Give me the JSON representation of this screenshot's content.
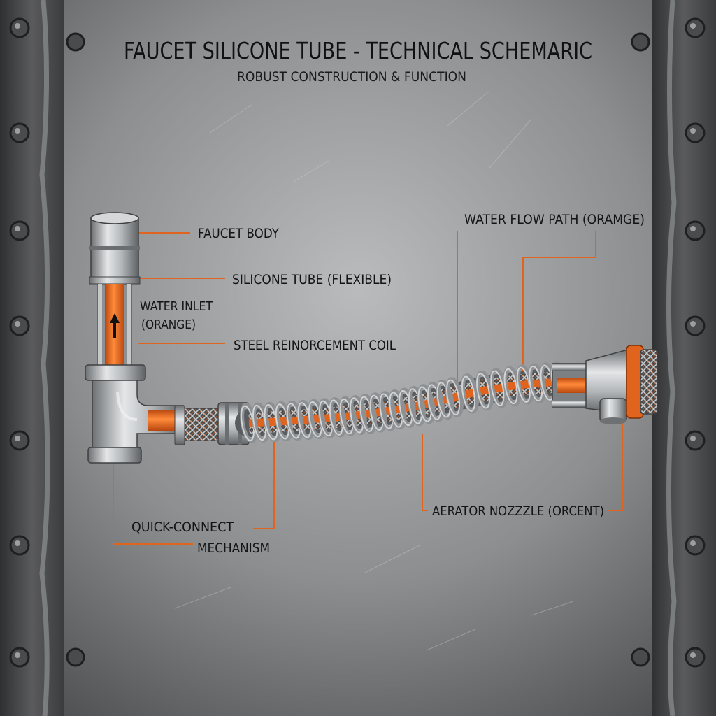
{
  "title": "FAUCET SILICONE TUBE - TECHNICAL SCHEMARIC",
  "subtitle": "ROBUST CONSTRUCTION & FUNCTION",
  "labels": {
    "faucet_body": "FAUCET BODY",
    "silicone_tube": "SILICONE TUBE (FLEXIBLE)",
    "water_inlet_1": "WATER INLET",
    "water_inlet_2": "(ORANGE)",
    "steel_coil": "STEEL REINORCEMENT COIL",
    "water_flow_path": "WATER FLOW PATH  (ORAMGE)",
    "aerator": "AERATOR NOZZZLE (ORCENT)",
    "quick_connect_1": "QUICK-CONNECT",
    "quick_connect_2": "MECHANISM"
  },
  "colors": {
    "accent_orange": "#e0641e",
    "steel": "#8a8d90",
    "background_metal": "#7b7d7f",
    "text": "#141414"
  }
}
